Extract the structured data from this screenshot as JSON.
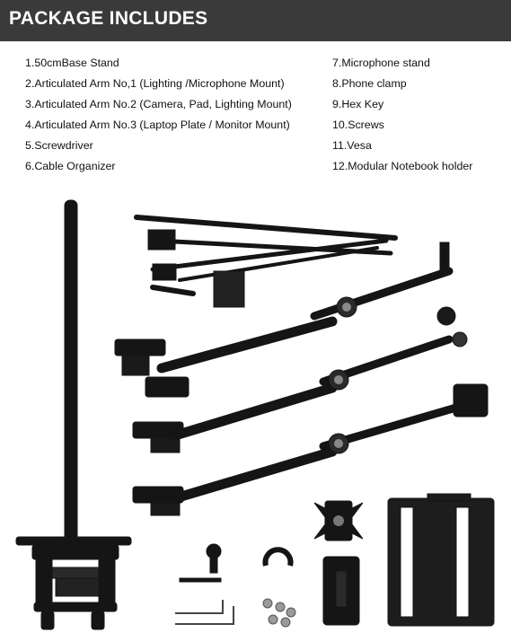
{
  "header": {
    "title": "PACKAGE INCLUDES"
  },
  "items_left": [
    "1.50cmBase Stand",
    "2.Articulated Arm No,1 (Lighting /Microphone Mount)",
    "3.Articulated Arm No.2 (Camera, Pad, Lighting Mount)",
    "4.Articulated Arm No.3 (Laptop Plate / Monitor Mount)",
    "5.Screwdriver",
    "6.Cable Organizer"
  ],
  "items_right": [
    "7.Microphone stand",
    "8.Phone clamp",
    "9.Hex Key",
    "10.Screws",
    "11.Vesa",
    "12.Modular Notebook holder"
  ],
  "colors": {
    "header_bg": "#3a3a3a",
    "header_text": "#ffffff",
    "body_text": "#111111",
    "product": "#141414"
  }
}
